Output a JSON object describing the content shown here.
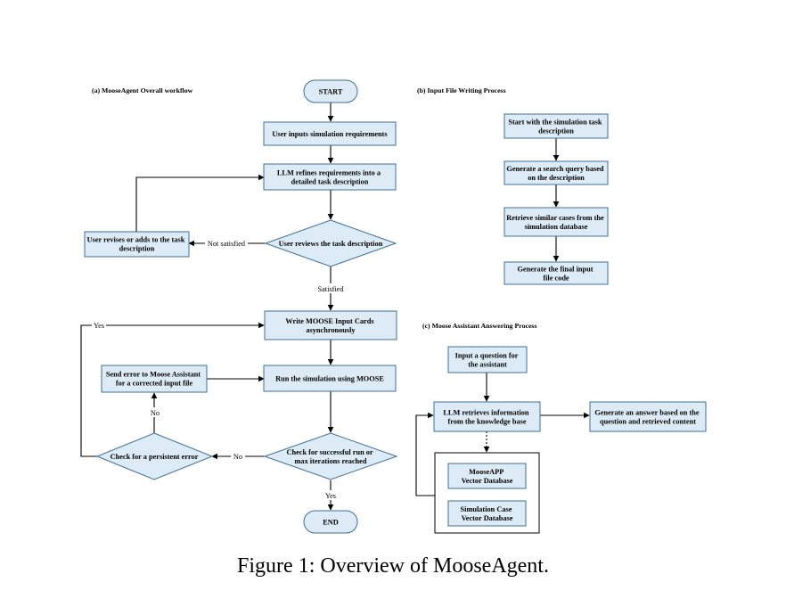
{
  "sections": {
    "a": "(a) MooseAgent Overall workflow",
    "b": "(b) Input File Writing Process",
    "c": "(c) Moose Assistant Answering Process"
  },
  "nodes": {
    "start": [
      "START"
    ],
    "user_inputs": [
      "User inputs simulation requirements"
    ],
    "llm_refines": [
      "LLM refines requirements into a",
      "detailed task description"
    ],
    "user_reviews": [
      "User reviews the task description"
    ],
    "user_revises": [
      "User revises or adds to the task",
      "description"
    ],
    "write_cards": [
      "Write  MOOSE Input Cards",
      "asynchronously"
    ],
    "run_sim": [
      "Run the simulation using MOOSE"
    ],
    "send_error": [
      "Send error to Moose Assistant",
      "for a corrected input file"
    ],
    "check_persistent": [
      "Check for a persistent error"
    ],
    "check_success": [
      "Check for successful run or",
      "max iterations reached"
    ],
    "end": [
      "END"
    ],
    "b_start": [
      "Start with the simulation task",
      "description"
    ],
    "b_query": [
      "Generate a search query based",
      "on the description"
    ],
    "b_retrieve": [
      "Retrieve similar cases from the",
      "simulation database"
    ],
    "b_generate": [
      "Generate the final input",
      "file code"
    ],
    "c_input": [
      "Input a question for",
      "the assistant"
    ],
    "c_llm": [
      "LLM retrieves information",
      "from the knowledge base"
    ],
    "c_answer": [
      "Generate an answer based on the",
      "question and retrieved content"
    ],
    "c_mooseapp": [
      "MooseAPP",
      "Vector Database"
    ],
    "c_simcase": [
      "Simulation Case",
      "Vector Database"
    ]
  },
  "edge_labels": {
    "not_satisfied": "Not satisfied",
    "satisfied": "Satisfied",
    "yes_loop": "Yes",
    "no_left": "No",
    "no_up": "No",
    "yes_end": "Yes"
  },
  "caption": "Figure 1: Overview of MooseAgent."
}
